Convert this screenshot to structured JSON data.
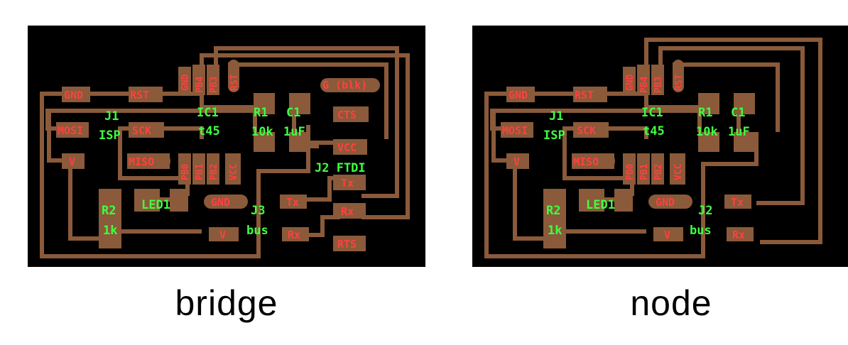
{
  "colors": {
    "background": "#000000",
    "trace": "#8a5a3a",
    "pad": "#8a5a3a",
    "pad_label": "#ff4040",
    "part_label": "#40ff40"
  },
  "boards": {
    "bridge": {
      "caption": "bridge",
      "pads": {
        "gnd_left": "GND",
        "rst": "RST",
        "mosi": "MOSI",
        "sck": "SCK",
        "v": "V",
        "miso": "MISO",
        "gnd_pin": "GND",
        "pb4": "PB4",
        "pb3": "PB3",
        "rst_pin": "RST",
        "pb0": "PB0",
        "pb1": "PB1",
        "pb2": "PB2",
        "vcc_pin": "VCC",
        "g_blk": "G (blk)",
        "cts": "CTS",
        "vcc": "VCC",
        "tx_ftdi": "Tx",
        "rx_ftdi": "Rx",
        "rts": "RTS",
        "gnd_bus": "GND",
        "tx_bus": "Tx",
        "rx_bus": "Rx",
        "v_bus": "V"
      },
      "parts": {
        "j1": "J1",
        "isp": "ISP",
        "ic1": "IC1",
        "t45": "t45",
        "r1": "R1",
        "r1v": "10k",
        "c1": "C1",
        "c1v": "1uF",
        "j2": "J2 FTDI",
        "led1": "LED1",
        "r2": "R2",
        "r2v": "1k",
        "j3": "J3",
        "bus": "bus"
      }
    },
    "node": {
      "caption": "node",
      "pads": {
        "gnd_left": "GND",
        "rst": "RST",
        "mosi": "MOSI",
        "sck": "SCK",
        "v": "V",
        "miso": "MISO",
        "gnd_pin": "GND",
        "pb4": "PB4",
        "pb3": "PB3",
        "rst_pin": "RST",
        "pb0": "PB0",
        "pb1": "PB1",
        "pb2": "PB2",
        "vcc_pin": "VCC",
        "gnd_bus": "GND",
        "tx_bus": "Tx",
        "rx_bus": "Rx",
        "v_bus": "V"
      },
      "parts": {
        "j1": "J1",
        "isp": "ISP",
        "ic1": "IC1",
        "t45": "t45",
        "r1": "R1",
        "r1v": "10k",
        "c1": "C1",
        "c1v": "1uF",
        "led1": "LED1",
        "r2": "R2",
        "r2v": "1k",
        "j2": "J2",
        "bus": "bus"
      }
    }
  }
}
